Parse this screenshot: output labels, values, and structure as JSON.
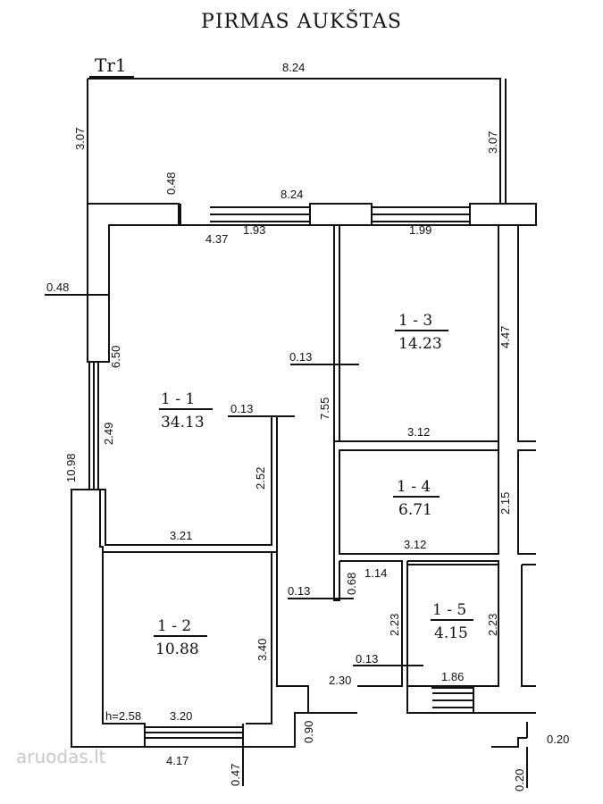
{
  "title": "PIRMAS AUKŠTAS",
  "section_marker": "Tr1",
  "height_note": "h=2.58",
  "watermark": "aruodas.lt",
  "rooms": [
    {
      "id": "1 - 1",
      "area": "34.13"
    },
    {
      "id": "1 - 2",
      "area": "10.88"
    },
    {
      "id": "1 - 3",
      "area": "14.23"
    },
    {
      "id": "1 - 4",
      "area": "6.71"
    },
    {
      "id": "1 - 5",
      "area": "4.15"
    }
  ],
  "dims": {
    "terrace_width": "8.24",
    "terrace_depth_left": "3.07",
    "terrace_depth_right": "3.07",
    "wall_048_top": "0.48",
    "overall_824": "8.24",
    "len_437": "4.37",
    "win_193": "1.93",
    "win_199": "1.99",
    "wall_048_left": "0.48",
    "len_650": "6.50",
    "len_249": "2.49",
    "overall_1098": "10.98",
    "wall_013_a": "0.13",
    "len_755": "7.55",
    "len_447": "4.47",
    "wall_013_b": "0.13",
    "len_252": "2.52",
    "len_312_a": "3.12",
    "len_321": "3.21",
    "len_215": "2.15",
    "len_312_b": "3.12",
    "wall_068": "0.68",
    "len_114": "1.14",
    "wall_013_c": "0.13",
    "len_223_a": "2.23",
    "len_223_b": "2.23",
    "len_340": "3.40",
    "wall_013_d": "0.13",
    "len_230": "2.30",
    "len_186": "1.86",
    "len_320": "3.20",
    "wall_090": "0.90",
    "len_417": "4.17",
    "wall_047": "0.47",
    "scale_020_a": "0.20",
    "scale_020_b": "0.20"
  }
}
